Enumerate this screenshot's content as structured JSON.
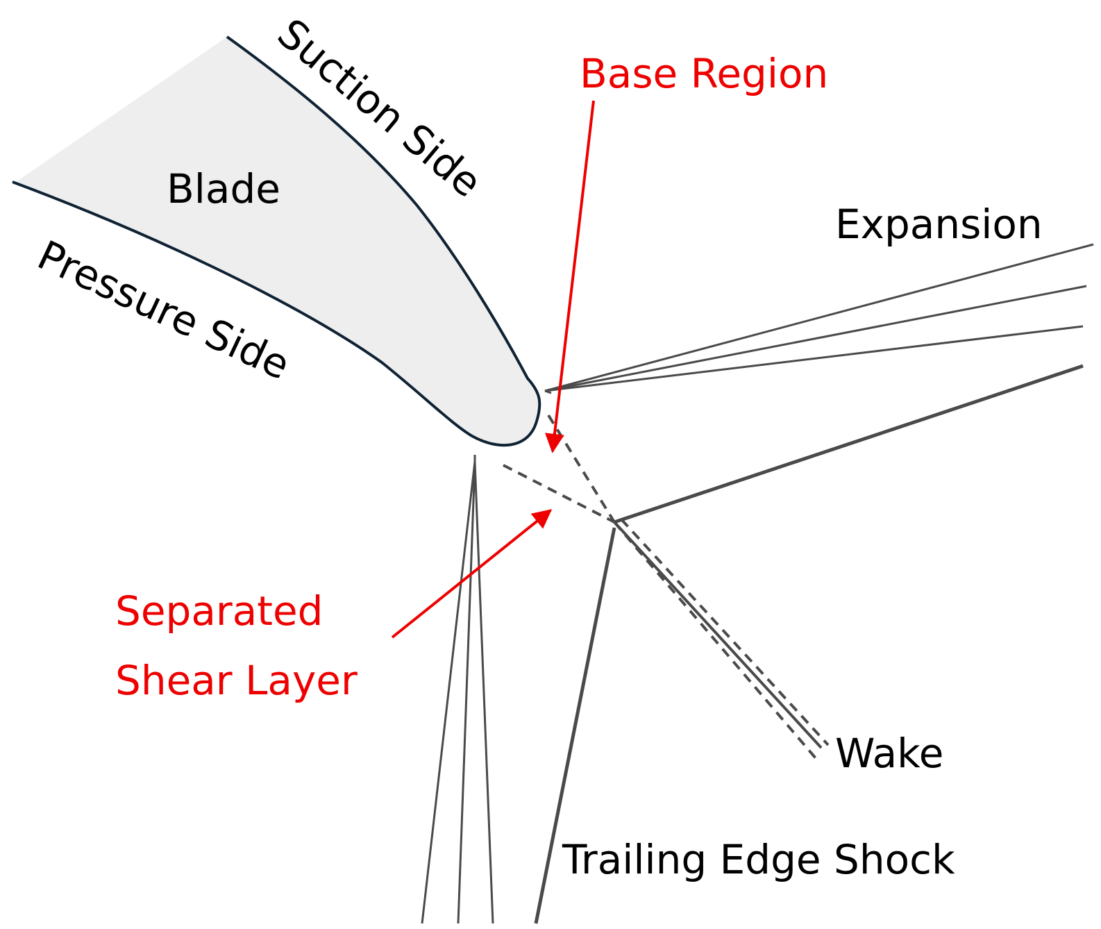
{
  "labels": {
    "suction_side": "Suction Side",
    "blade": "Blade",
    "pressure_side": "Pressure Side",
    "base_region": "Base Region",
    "expansion": "Expansion",
    "separated_line1": "Separated",
    "separated_line2": "Shear Layer",
    "wake": "Wake",
    "trailing_edge_shock": "Trailing Edge Shock"
  },
  "colors": {
    "text": "#000000",
    "annotation": "#ee0000",
    "lines": "#4a4a4a",
    "blade_fill": "#eeeeee",
    "blade_outline": "#0f2233"
  }
}
